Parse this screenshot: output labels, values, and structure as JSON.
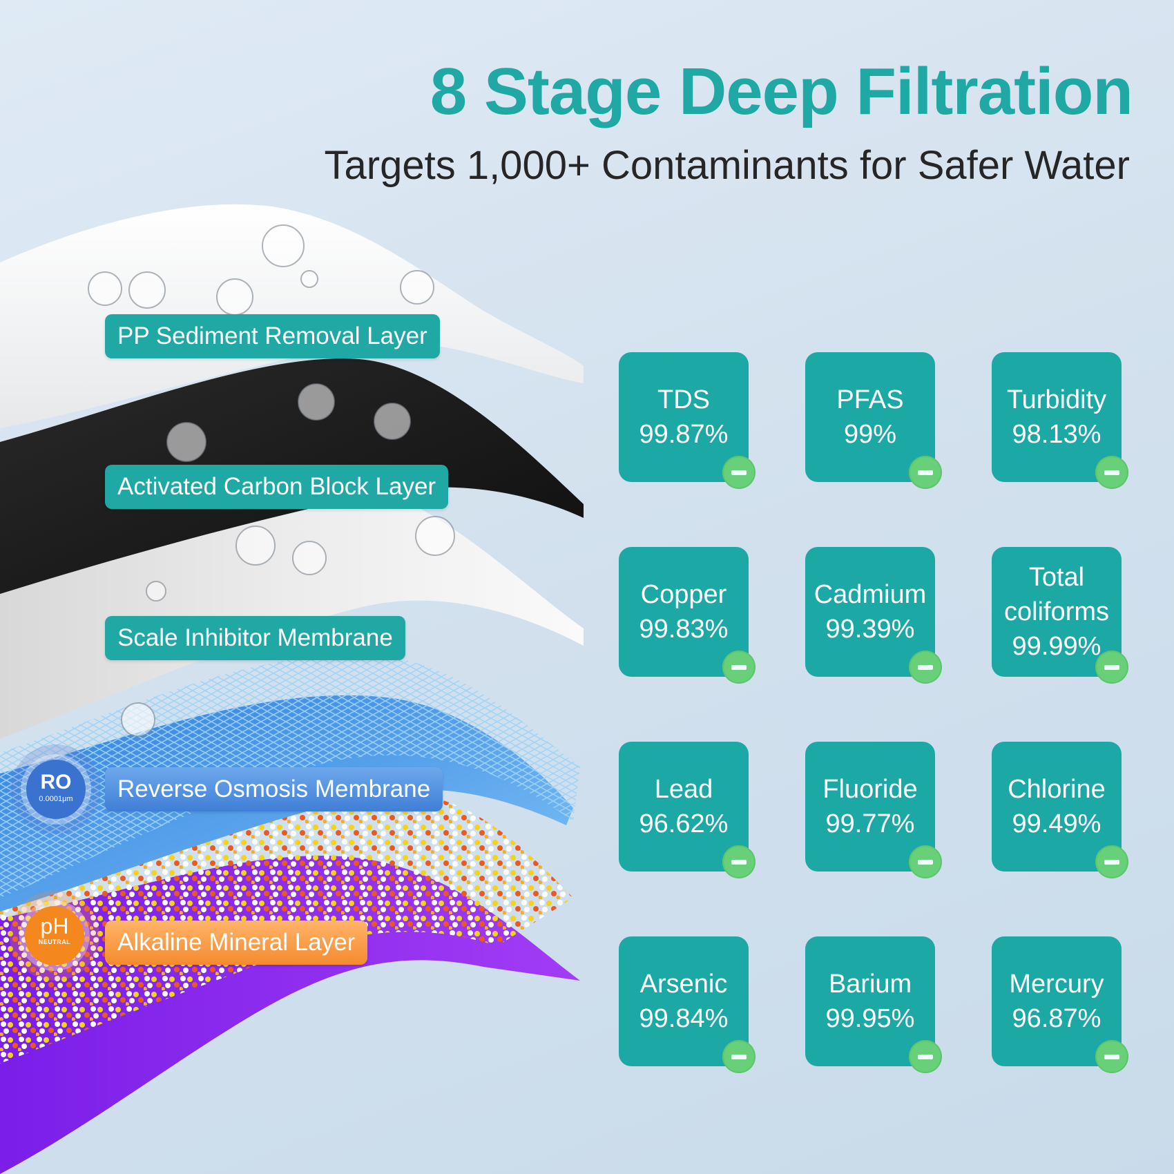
{
  "header": {
    "title": "8 Stage Deep Filtration",
    "subtitle": "Targets 1,000+ Contaminants for Safer Water"
  },
  "layers": [
    {
      "label": "PP Sediment Removal Layer",
      "color": "#1fa8a4"
    },
    {
      "label": "Activated Carbon Block Layer",
      "color": "#1fa8a4"
    },
    {
      "label": "Scale Inhibitor Membrane",
      "color": "#1fa8a4"
    },
    {
      "label": "Reverse Osmosis Membrane",
      "color": "#4a88dc"
    },
    {
      "label": "Alkaline Mineral Layer",
      "color": "#f5943a"
    }
  ],
  "badges": {
    "ro": {
      "title": "RO",
      "detail": "0.0001μm"
    },
    "ph": {
      "title": "pH",
      "detail": "NEUTRAL"
    }
  },
  "contaminants": [
    {
      "name": "TDS",
      "value": "99.87%"
    },
    {
      "name": "PFAS",
      "value": "99%"
    },
    {
      "name": "Turbidity",
      "value": "98.13%"
    },
    {
      "name": "Copper",
      "value": "99.83%"
    },
    {
      "name": "Cadmium",
      "value": "99.39%"
    },
    {
      "name": "Total coliforms",
      "value": "99.99%"
    },
    {
      "name": "Lead",
      "value": "96.62%"
    },
    {
      "name": "Fluoride",
      "value": "99.77%"
    },
    {
      "name": "Chlorine",
      "value": "99.49%"
    },
    {
      "name": "Arsenic",
      "value": "99.84%"
    },
    {
      "name": "Barium",
      "value": "99.95%"
    },
    {
      "name": "Mercury",
      "value": "96.87%"
    }
  ],
  "colors": {
    "accent": "#1fa8a4",
    "tile": "#1ca8a5",
    "minus_badge": "#69d07a",
    "ro_blue": "#3a73cf",
    "ph_orange": "#f5871f",
    "purple_layer": "#8a22f0"
  }
}
